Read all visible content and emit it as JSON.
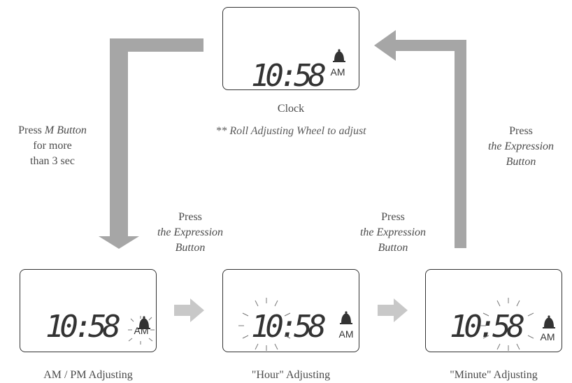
{
  "screens": {
    "clock": {
      "time": "10:58",
      "ampm": "AM",
      "caption": "Clock",
      "note": "** Roll Adjusting Wheel to adjust"
    },
    "ampm_adjust": {
      "time": "10:58",
      "ampm": "AM",
      "caption": "AM / PM Adjusting"
    },
    "hour_adjust": {
      "time": "10:58",
      "ampm": "AM",
      "caption": "\"Hour\" Adjusting"
    },
    "minute_adjust": {
      "time": "10:58",
      "ampm": "AM",
      "caption": "\"Minute\" Adjusting"
    }
  },
  "instructions": {
    "left": {
      "line1_plain": "Press ",
      "line1_italic": "M Button",
      "line2": "for more",
      "line3": "than 3 sec"
    },
    "mid_left": {
      "line1": "Press",
      "line2": "the Expression",
      "line3": "Button"
    },
    "mid_right": {
      "line1": "Press",
      "line2": "the Expression",
      "line3": "Button"
    },
    "right": {
      "line1": "Press",
      "line2": "the Expression",
      "line3": "Button"
    }
  },
  "colors": {
    "arrow": "#a6a6a6",
    "small_arrow": "#c8c8c8",
    "lcd": "#333333",
    "text": "#4a4a4a"
  }
}
